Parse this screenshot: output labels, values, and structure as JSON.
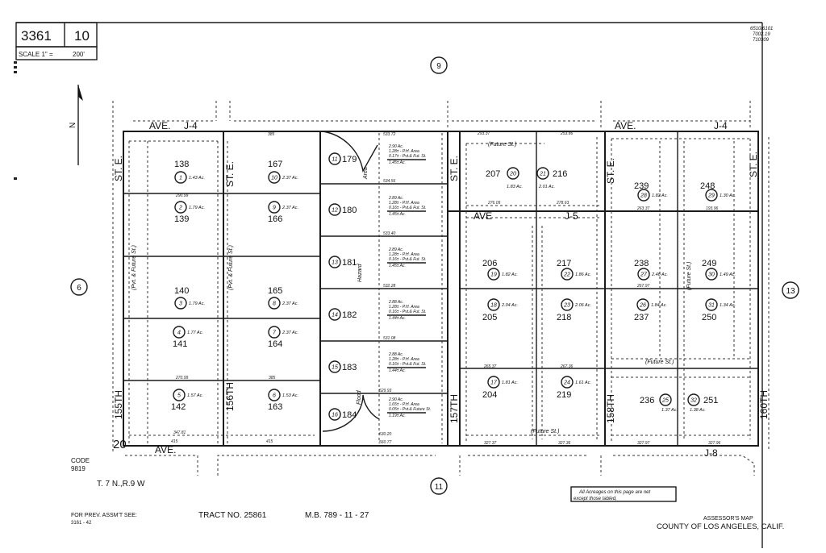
{
  "header": {
    "book": "3361",
    "page": "10",
    "scale_label": "SCALE 1\" =",
    "scale_value": "200'",
    "revision_codes": [
      "6510/6101",
      "7002.19",
      "710309"
    ]
  },
  "adjacent_pages": {
    "north": "9",
    "west": "6",
    "east": "13",
    "south": "11"
  },
  "north_arrow": "N",
  "streets": {
    "ave_j4_left": "AVE.",
    "j4_left": "J-4",
    "ave_j4_right": "AVE.",
    "j4_right": "J-4",
    "ave_j5": "AVE",
    "j5": "J-5",
    "ave_j8_num": "20",
    "ave_j8": "AVE.",
    "j8": "J-8",
    "st_e_1": "ST. E.",
    "st_e_2": "ST. E.",
    "st_e_3": "ST. E.",
    "st_e_4": "ST. E.",
    "st_e_5": "ST. E.",
    "th155": "155TH",
    "th156": "156TH",
    "th157": "157TH",
    "th158": "158TH",
    "th160": "160TH",
    "future_st": "(Future St.)",
    "pvt_future_st": "(Pvt. & Future St.)"
  },
  "parcels": [
    {
      "parcel": "1",
      "lot": "138",
      "acreage": "1.43 Ac."
    },
    {
      "parcel": "2",
      "lot": "139",
      "acreage": "1.79 Ac."
    },
    {
      "parcel": "3",
      "lot": "140",
      "acreage": "1.79 Ac."
    },
    {
      "parcel": "4",
      "lot": "141",
      "acreage": "1.77 Ac."
    },
    {
      "parcel": "5",
      "lot": "142",
      "acreage": "1.57 Ac."
    },
    {
      "parcel": "6",
      "lot": "163",
      "acreage": "1.53 Ac."
    },
    {
      "parcel": "7",
      "lot": "164",
      "acreage": "2.37 Ac."
    },
    {
      "parcel": "8",
      "lot": "165",
      "acreage": "2.37 Ac."
    },
    {
      "parcel": "9",
      "lot": "166",
      "acreage": "2.37 Ac."
    },
    {
      "parcel": "10",
      "lot": "167",
      "acreage": "2.37 Ac."
    },
    {
      "parcel": "11",
      "lot": "179",
      "acreage": ""
    },
    {
      "parcel": "12",
      "lot": "180",
      "acreage": ""
    },
    {
      "parcel": "13",
      "lot": "181",
      "acreage": ""
    },
    {
      "parcel": "14",
      "lot": "182",
      "acreage": ""
    },
    {
      "parcel": "15",
      "lot": "183",
      "acreage": ""
    },
    {
      "parcel": "16",
      "lot": "184",
      "acreage": ""
    },
    {
      "parcel": "17",
      "lot": "204",
      "acreage": "1.81 Ac."
    },
    {
      "parcel": "18",
      "lot": "205",
      "acreage": "2.04 Ac."
    },
    {
      "parcel": "19",
      "lot": "206",
      "acreage": "1.82 Ac."
    },
    {
      "parcel": "20",
      "lot": "207",
      "acreage": "1.83 Ac."
    },
    {
      "parcel": "21",
      "lot": "216",
      "acreage": "2.01 Ac."
    },
    {
      "parcel": "22",
      "lot": "217",
      "acreage": "1.86 Ac."
    },
    {
      "parcel": "23",
      "lot": "218",
      "acreage": "2.06 Ac."
    },
    {
      "parcel": "24",
      "lot": "219",
      "acreage": "1.61 Ac."
    },
    {
      "parcel": "25",
      "lot": "236",
      "acreage": "1.37 Ac."
    },
    {
      "parcel": "26",
      "lot": "237",
      "acreage": "1.84 Ac."
    },
    {
      "parcel": "27",
      "lot": "238",
      "acreage": "2.46 Ac."
    },
    {
      "parcel": "28",
      "lot": "239",
      "acreage": "1.82 Ac."
    },
    {
      "parcel": "29",
      "lot": "248",
      "acreage": "1.30 Ac."
    },
    {
      "parcel": "30",
      "lot": "249",
      "acreage": "1.49 Ac."
    },
    {
      "parcel": "31",
      "lot": "250",
      "acreage": "1.34 Ac."
    },
    {
      "parcel": "32",
      "lot": "251",
      "acreage": "1.38 Ac."
    }
  ],
  "area_notes": [
    [
      "2.90 Ac.",
      "1.28± - P.H. Area",
      "0.17± - Pvt.& Fut. St.",
      "1.45± Ac."
    ],
    [
      "2.89 Ac.",
      "1.28± - P.H. Area",
      "0.16± - Pvt.& Fut. St.",
      "1.45± Ac."
    ],
    [
      "2.89 Ac.",
      "1.28± - P.H. Area",
      "0.16± - Pvt.& Fut. St.",
      "1.45± Ac."
    ],
    [
      "2.88 Ac.",
      "1.28± - P.H. Area",
      "0.16± - Pvt.& Fut. St.",
      "1.44± Ac."
    ],
    [
      "2.88 Ac.",
      "1.28± - P.H. Area",
      "0.16± - Pvt.& Fut. St.",
      "1.44± Ac."
    ],
    [
      "2.90 Ac.",
      "1.65± - P.H. Area",
      "0.05± - Pvt.& Future St.",
      "1.19± Ac."
    ]
  ],
  "dimensions": {
    "d385": "385",
    "d290": "290.99",
    "d270": "270.99",
    "d415a": "415",
    "d415b": "415",
    "d347": "347.81",
    "d533": "533.72",
    "d534": "534.56",
    "d533b": "533.40",
    "d532": "532.28",
    "d531": "531.08",
    "d529": "529.93",
    "d530": "530.20",
    "d560": "560.77",
    "d293": "293.37",
    "d253": "253.86",
    "d276": "276.09",
    "d278": "278.63",
    "d265a": "265.37",
    "d267a": "267.36",
    "d327a": "327.37",
    "d327b": "327.36",
    "d327c": "327.97",
    "d327d": "327.96",
    "d263": "263.37",
    "d193": "193.96",
    "d267b": "267.97"
  },
  "map_labels": {
    "hazard": "Hazard",
    "area": "Area",
    "flood": "Flood"
  },
  "footer": {
    "code_label": "CODE",
    "code_value": "9819",
    "township": "T. 7 N.,R.9 W",
    "prev_assmt_label": "FOR PREV. ASSM'T SEE:",
    "prev_assmt_value": "3161 - 42",
    "tract": "TRACT NO. 25861",
    "map_book": "M.B. 789 - 11 - 27",
    "acreage_note_1": "All Acreages on this page are net",
    "acreage_note_2": "except those tabled,",
    "assessor_title": "ASSESSOR'S MAP",
    "county": "COUNTY OF LOS ANGELES, CALIF."
  }
}
